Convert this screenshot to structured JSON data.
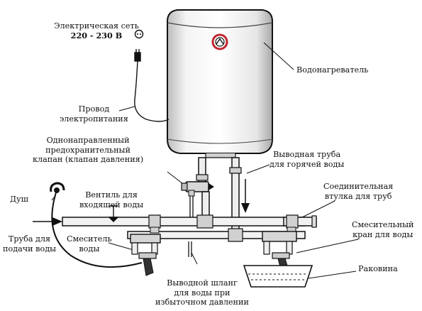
{
  "labels": {
    "mains_line1": "Электрическая сеть",
    "mains_line2": "220 - 230 В",
    "heater": "Водонагреватель",
    "cable_line1": "Провод",
    "cable_line2": "электропитания",
    "valve_line1": "Однонаправленный",
    "valve_line2": "предохранительный",
    "valve_line3": "клапан (клапан давления)",
    "outlet_line1": "Выводная труба",
    "outlet_line2": "для горячей воды",
    "shower": "Душ",
    "inlet_valve_line1": "Вентиль для",
    "inlet_valve_line2": "входящей воды",
    "coupling_line1": "Соединительная",
    "coupling_line2": "втулка для труб",
    "supply_line1": "Труба для",
    "supply_line2": "подачи воды",
    "mixer_line1": "Смеситель",
    "mixer_line2": "воды",
    "mix_tap_line1": "Смесительный",
    "mix_tap_line2": "кран для воды",
    "sink": "Раковина",
    "drain_line1": "Выводной шланг",
    "drain_line2": "для воды при",
    "drain_line3": "избыточном давлении"
  },
  "colors": {
    "ink": "#111111",
    "tank_shade": "#dcdcdc",
    "logo_ring": "#c0262f"
  }
}
